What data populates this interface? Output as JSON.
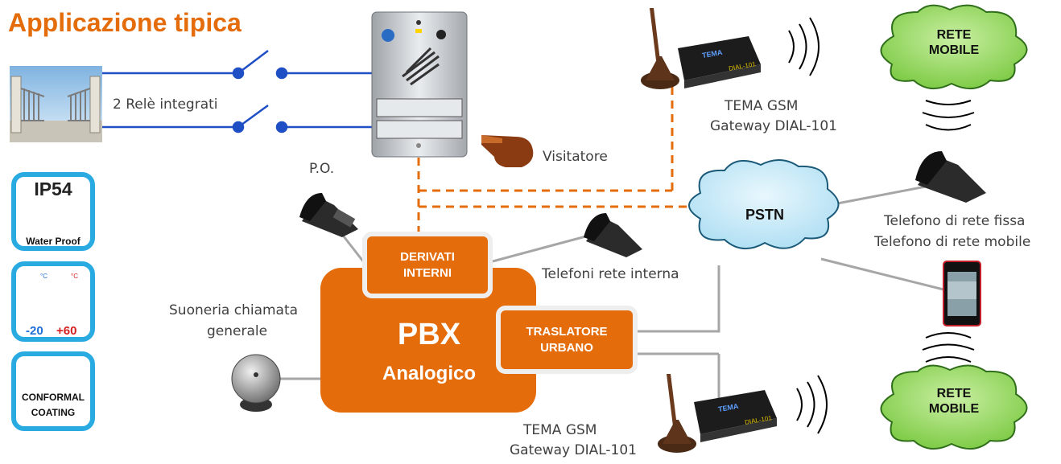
{
  "title": "Applicazione tipica",
  "labels": {
    "relays": "2 Relè integrati",
    "po": "P.O.",
    "visitor": "Visitatore",
    "gsm_top_line1": "TEMA GSM",
    "gsm_top_line2": "Gateway DIAL-101",
    "gsm_bottom_line1": "TEMA GSM",
    "gsm_bottom_line2": "Gateway DIAL-101",
    "internal_phones": "Telefoni rete interna",
    "bell_line1": "Suoneria chiamata",
    "bell_line2": "generale",
    "fixed_phone": "Telefono di rete fissa",
    "mobile_phone": "Telefono di rete mobile"
  },
  "badges": {
    "ip": {
      "title": "IP54",
      "subtitle": "Water Proof"
    },
    "temp": {
      "min": "-20",
      "max": "+60",
      "unit_min": "°C",
      "unit_max": "°C"
    },
    "coating": {
      "line1": "CONFORMAL",
      "line2": "COATING"
    }
  },
  "pbx": {
    "title": "PBX",
    "subtitle": "Analogico"
  },
  "boxes": {
    "derivati": {
      "line1": "DERIVATI",
      "line2": "INTERNI"
    },
    "traslatore": {
      "line1": "TRASLATORE",
      "line2": "URBANO"
    }
  },
  "clouds": {
    "pstn": "PSTN",
    "mobile_top_line1": "RETE",
    "mobile_top_line2": "MOBILE",
    "mobile_bottom_line1": "RETE",
    "mobile_bottom_line2": "MOBILE"
  },
  "device_text": {
    "brand": "TEMA",
    "model": "DIAL-101"
  },
  "colors": {
    "accent": "#e46c0a",
    "relay_line": "#1f4fc4",
    "badge_border": "#29abe2",
    "cloud_fill": "#92d050",
    "pstn_fill": "#b7e3f5",
    "connector": "#a6a6a6"
  }
}
